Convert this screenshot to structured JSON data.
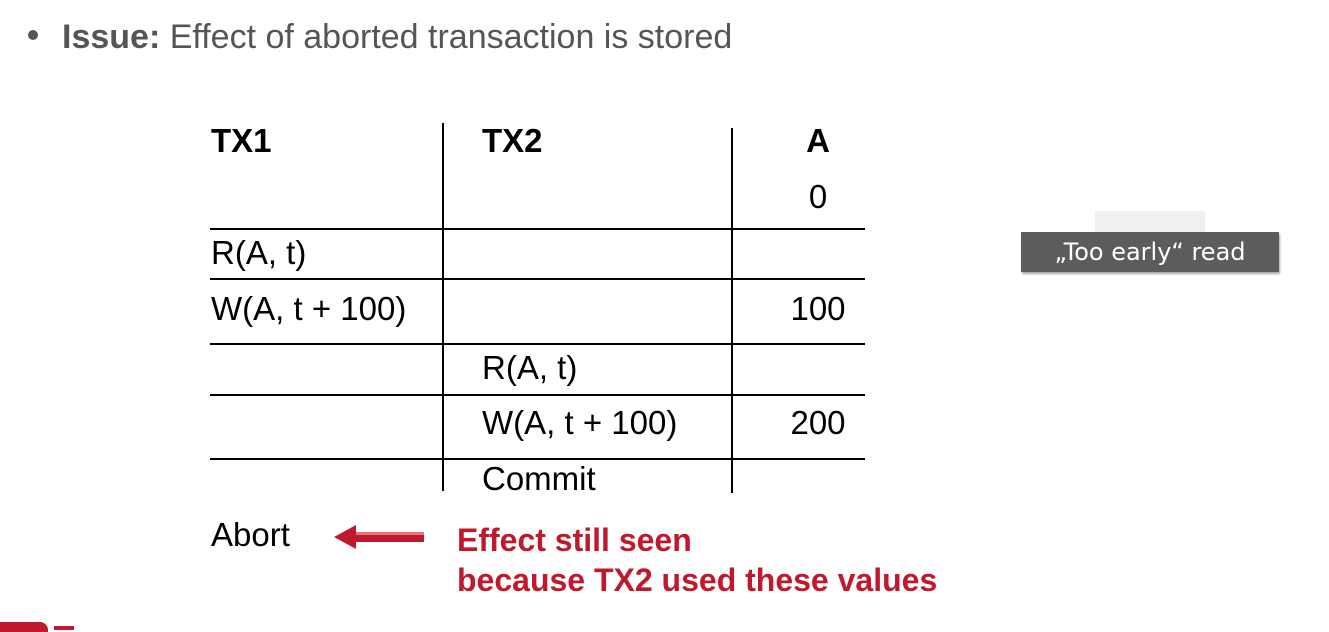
{
  "bullet": {
    "label": "Issue:",
    "text": " Effect of aborted transaction is stored"
  },
  "table": {
    "headers": {
      "tx1": "TX1",
      "tx2": "TX2",
      "a": "A"
    },
    "initial_a": "0",
    "rows": [
      {
        "tx1": "R(A, t)",
        "tx2": "",
        "a": ""
      },
      {
        "tx1": "W(A, t + 100)",
        "tx2": "",
        "a": "100"
      },
      {
        "tx1": "",
        "tx2": "R(A, t)",
        "a": ""
      },
      {
        "tx1": "",
        "tx2": "W(A, t + 100)",
        "a": "200"
      },
      {
        "tx1": "",
        "tx2": "Commit",
        "a": ""
      }
    ]
  },
  "abort_label": "Abort",
  "effect": {
    "line1": "Effect still seen",
    "line2": "because TX2 used these values"
  },
  "note": "„Too early“ read",
  "colors": {
    "accent_red": "#c0182d",
    "note_bg": "#5c5c5c",
    "bullet_text": "#555555"
  }
}
